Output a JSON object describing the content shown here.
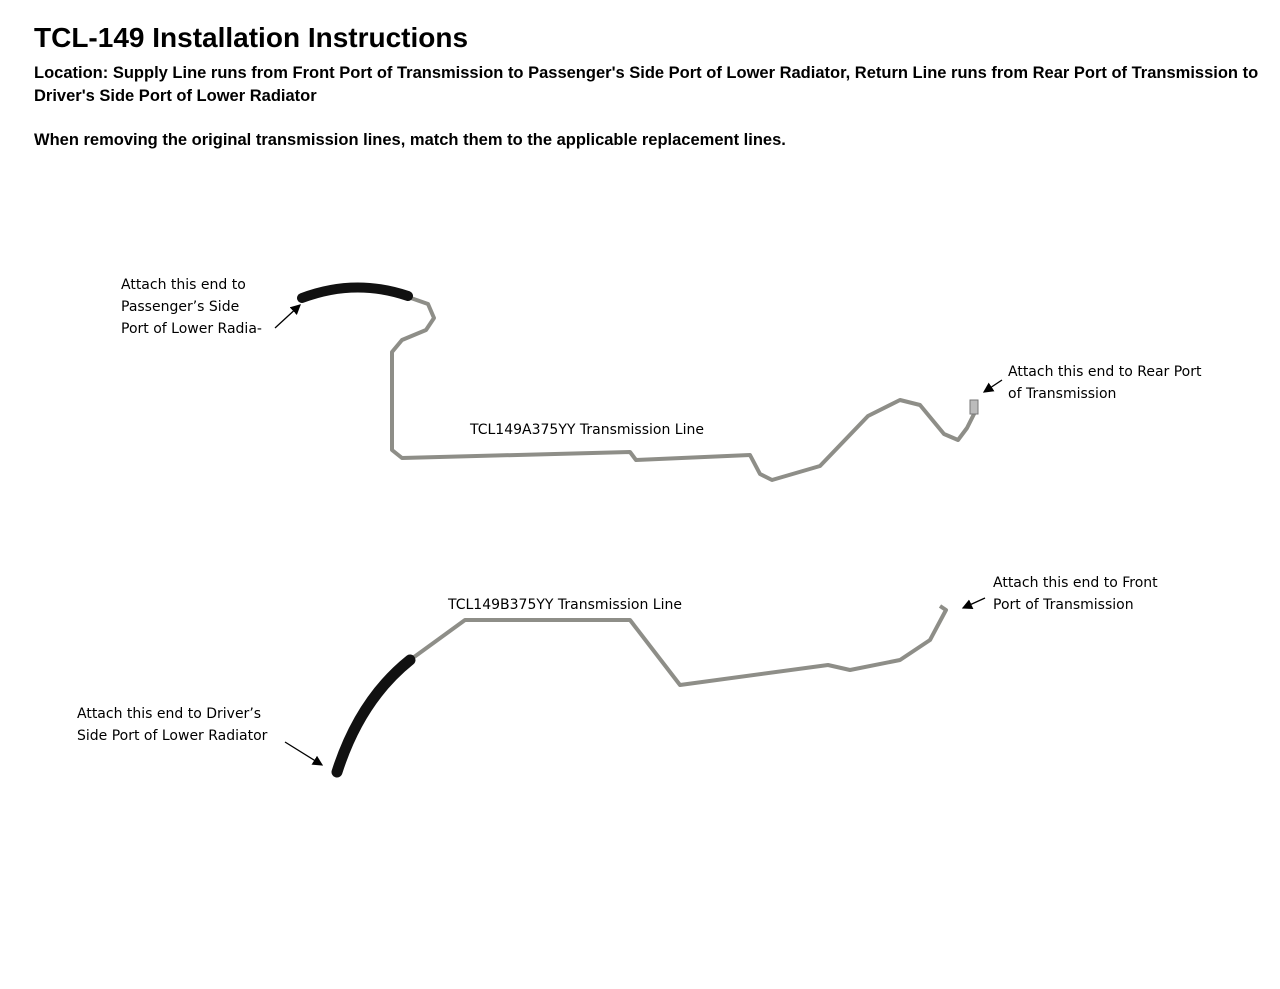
{
  "title": "TCL-149 Installation Instructions",
  "location": "Location: Supply Line runs from Front Port of Transmission to Passenger's Side Port of Lower Radiator, Return Line runs from Rear Port of Transmission to Driver's Side Port of Lower Radiator",
  "note": "When removing the original transmission lines, match them to the applicable replacement lines.",
  "line_a": {
    "name": "TCL149A375YY Transmission Line",
    "left_label": [
      "Attach this end to",
      "Passenger’s Side",
      "Port of Lower Radia-"
    ],
    "right_label": [
      "Attach this end to Rear Port",
      "of Transmission"
    ]
  },
  "line_b": {
    "name": "TCL149B375YY Transmission Line",
    "left_label": [
      "Attach this end to Driver’s",
      "Side Port of Lower Radiator"
    ],
    "right_label": [
      "Attach this end to Front",
      "Port of Transmission"
    ]
  },
  "colors": {
    "tube": "#9a9a94",
    "hose": "#111111"
  }
}
